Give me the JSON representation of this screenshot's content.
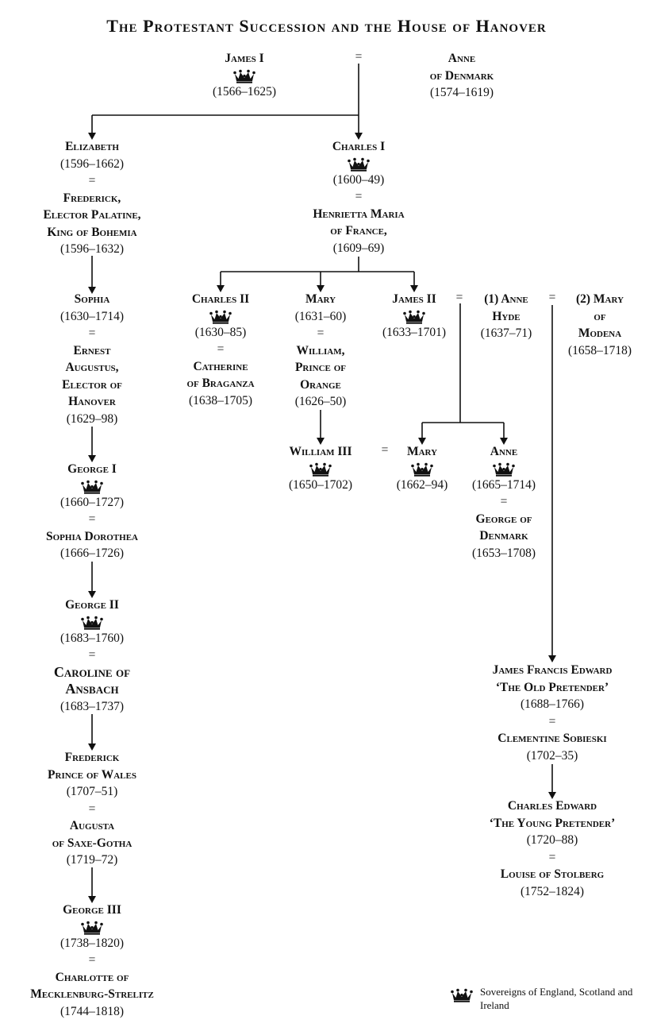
{
  "title": "The Protestant Succession and the House of Hanover",
  "marriage_symbol": "=",
  "legend": {
    "icon": "crown-icon",
    "text": "Sovereigns of England, Scotland and Ireland"
  },
  "people": {
    "james1": {
      "name": "James I",
      "dates": "(1566–1625)",
      "sovereign": true
    },
    "anne_denmark": {
      "name1": "Anne",
      "name2": "of Denmark",
      "dates": "(1574–1619)"
    },
    "elizabeth": {
      "name": "Elizabeth",
      "dates": "(1596–1662)"
    },
    "frederick_palatine": {
      "name1": "Frederick,",
      "name2": "Elector Palatine,",
      "name3": "King of Bohemia",
      "dates": "(1596–1632)"
    },
    "charles1": {
      "name": "Charles I",
      "dates": "(1600–49)",
      "sovereign": true
    },
    "henrietta": {
      "name1": "Henrietta Maria",
      "name2": "of France,",
      "dates": "(1609–69)"
    },
    "sophia": {
      "name": "Sophia",
      "dates": "(1630–1714)"
    },
    "ernest": {
      "name1": "Ernest",
      "name2": "Augustus,",
      "name3": "Elector of",
      "name4": "Hanover",
      "dates": "(1629–98)"
    },
    "charles2": {
      "name": "Charles II",
      "dates": "(1630–85)",
      "sovereign": true
    },
    "catherine": {
      "name1": "Catherine",
      "name2": "of Braganza",
      "dates": "(1638–1705)"
    },
    "mary_orange": {
      "name": "Mary",
      "dates": "(1631–60)"
    },
    "william_orange": {
      "name1": "William,",
      "name2": "Prince of",
      "name3": "Orange",
      "dates": "(1626–50)"
    },
    "james2": {
      "name": "James II",
      "dates": "(1633–1701)",
      "sovereign": true
    },
    "anne_hyde": {
      "name1": "(1) Anne",
      "name2": "Hyde",
      "dates": "(1637–71)"
    },
    "mary_modena": {
      "name1": "(2) Mary",
      "name2": "of",
      "name3": "Modena",
      "dates": "(1658–1718)"
    },
    "william3": {
      "name": "William III",
      "dates": "(1650–1702)",
      "sovereign": true
    },
    "mary2": {
      "name": "Mary",
      "dates": "(1662–94)",
      "sovereign": true
    },
    "queen_anne": {
      "name": "Anne",
      "dates": "(1665–1714)",
      "sovereign": true
    },
    "george_denmark": {
      "name1": "George of",
      "name2": "Denmark",
      "dates": "(1653–1708)"
    },
    "george1": {
      "name": "George I",
      "dates": "(1660–1727)",
      "sovereign": true
    },
    "sophia_dorothea": {
      "name": "Sophia Dorothea",
      "dates": "(1666–1726)"
    },
    "george2": {
      "name": "George II",
      "dates": "(1683–1760)",
      "sovereign": true
    },
    "caroline": {
      "name1": "Caroline of",
      "name2": "Ansbach",
      "dates": "(1683–1737)"
    },
    "frederick_wales": {
      "name1": "Frederick",
      "name2": "Prince of Wales",
      "dates": "(1707–51)"
    },
    "augusta": {
      "name1": "Augusta",
      "name2": "of Saxe-Gotha",
      "dates": "(1719–72)"
    },
    "george3": {
      "name": "George III",
      "dates": "(1738–1820)",
      "sovereign": true
    },
    "charlotte": {
      "name1": "Charlotte of",
      "name2": "Mecklenburg-Strelitz",
      "dates": "(1744–1818)"
    },
    "old_pretender": {
      "name1": "James Francis Edward",
      "name2": "‘The Old Pretender’",
      "dates": "(1688–1766)"
    },
    "clementine": {
      "name": "Clementine Sobieski",
      "dates": "(1702–35)"
    },
    "young_pretender": {
      "name1": "Charles Edward",
      "name2": "‘The Young Pretender’",
      "dates": "(1720–88)"
    },
    "louise": {
      "name": "Louise of Stolberg",
      "dates": "(1752–1824)"
    }
  }
}
